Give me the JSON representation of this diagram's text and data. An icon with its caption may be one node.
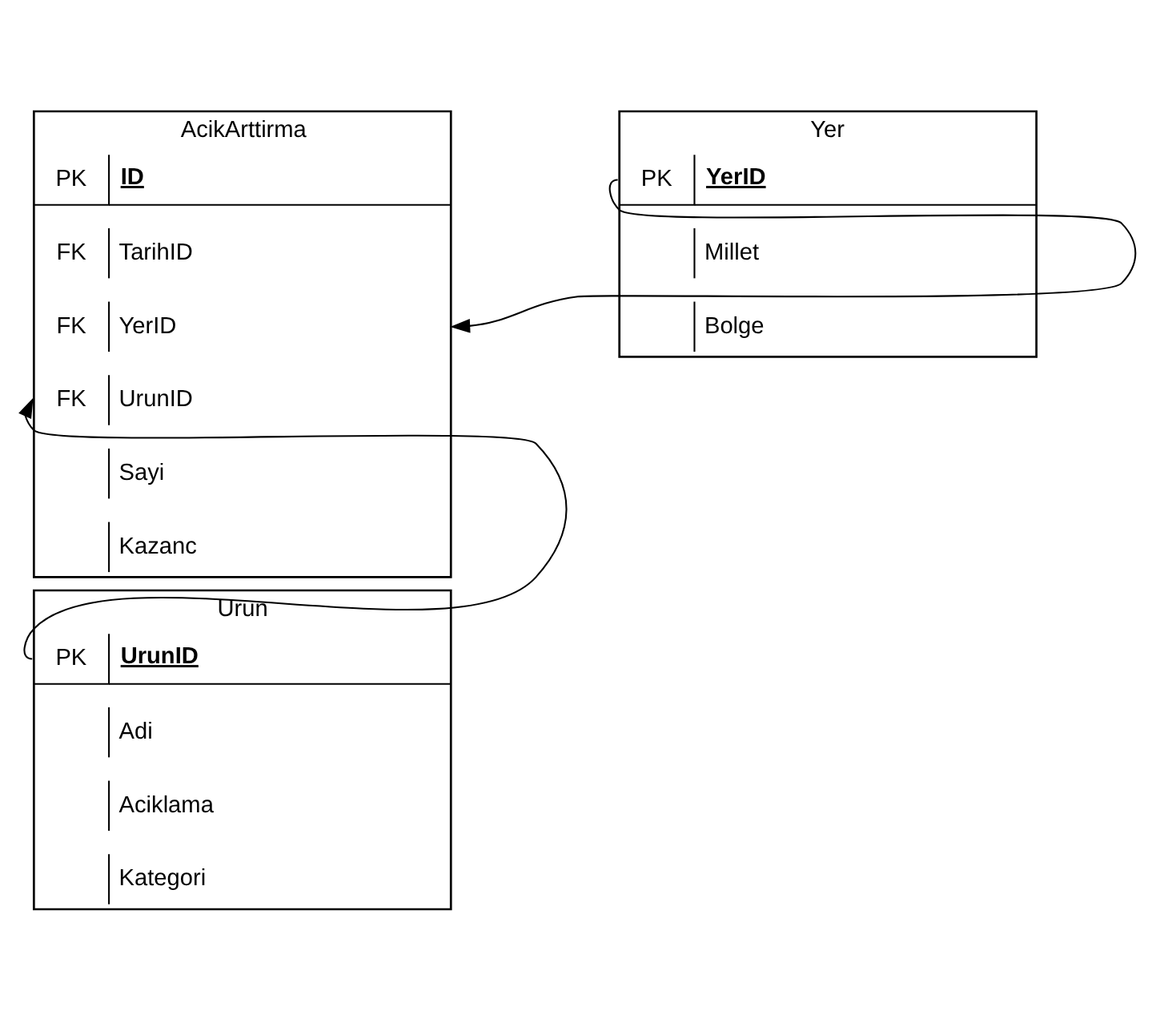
{
  "diagram": {
    "nodes": [
      {
        "text": [
          "AcikArttirma"
        ]
      },
      {
        "text": [
          "PK",
          "ID"
        ],
        "in": 0
      },
      {
        "text": [
          "FK",
          "TarihID"
        ],
        "in": 0
      },
      {
        "text": [
          "FK",
          "YerID"
        ],
        "in": 0
      },
      {
        "text": [
          "FK",
          "UrunID"
        ],
        "in": 0
      },
      {
        "text": [
          "Sayi"
        ],
        "in": 0
      },
      {
        "text": [
          "Kazanc"
        ],
        "in": 0
      },
      {
        "text": [
          "Yer"
        ]
      },
      {
        "text": [
          "PK",
          "YerID"
        ],
        "in": 7
      },
      {
        "text": [
          "Millet"
        ],
        "in": 7
      },
      {
        "text": [
          "Bolge"
        ],
        "in": 7
      },
      {
        "text": [
          "Urun"
        ]
      },
      {
        "text": [
          "PK",
          "UrunID"
        ],
        "in": 11
      },
      {
        "text": [
          "Adi"
        ],
        "in": 11
      },
      {
        "text": [
          "Aciklama"
        ],
        "in": 11
      },
      {
        "text": [
          "Kategori"
        ],
        "in": 11
      }
    ],
    "edges": [
      {
        "from": 8,
        "to": 3,
        "arrow": "to"
      },
      {
        "from": 12,
        "to": 4,
        "arrow": "to"
      }
    ]
  }
}
